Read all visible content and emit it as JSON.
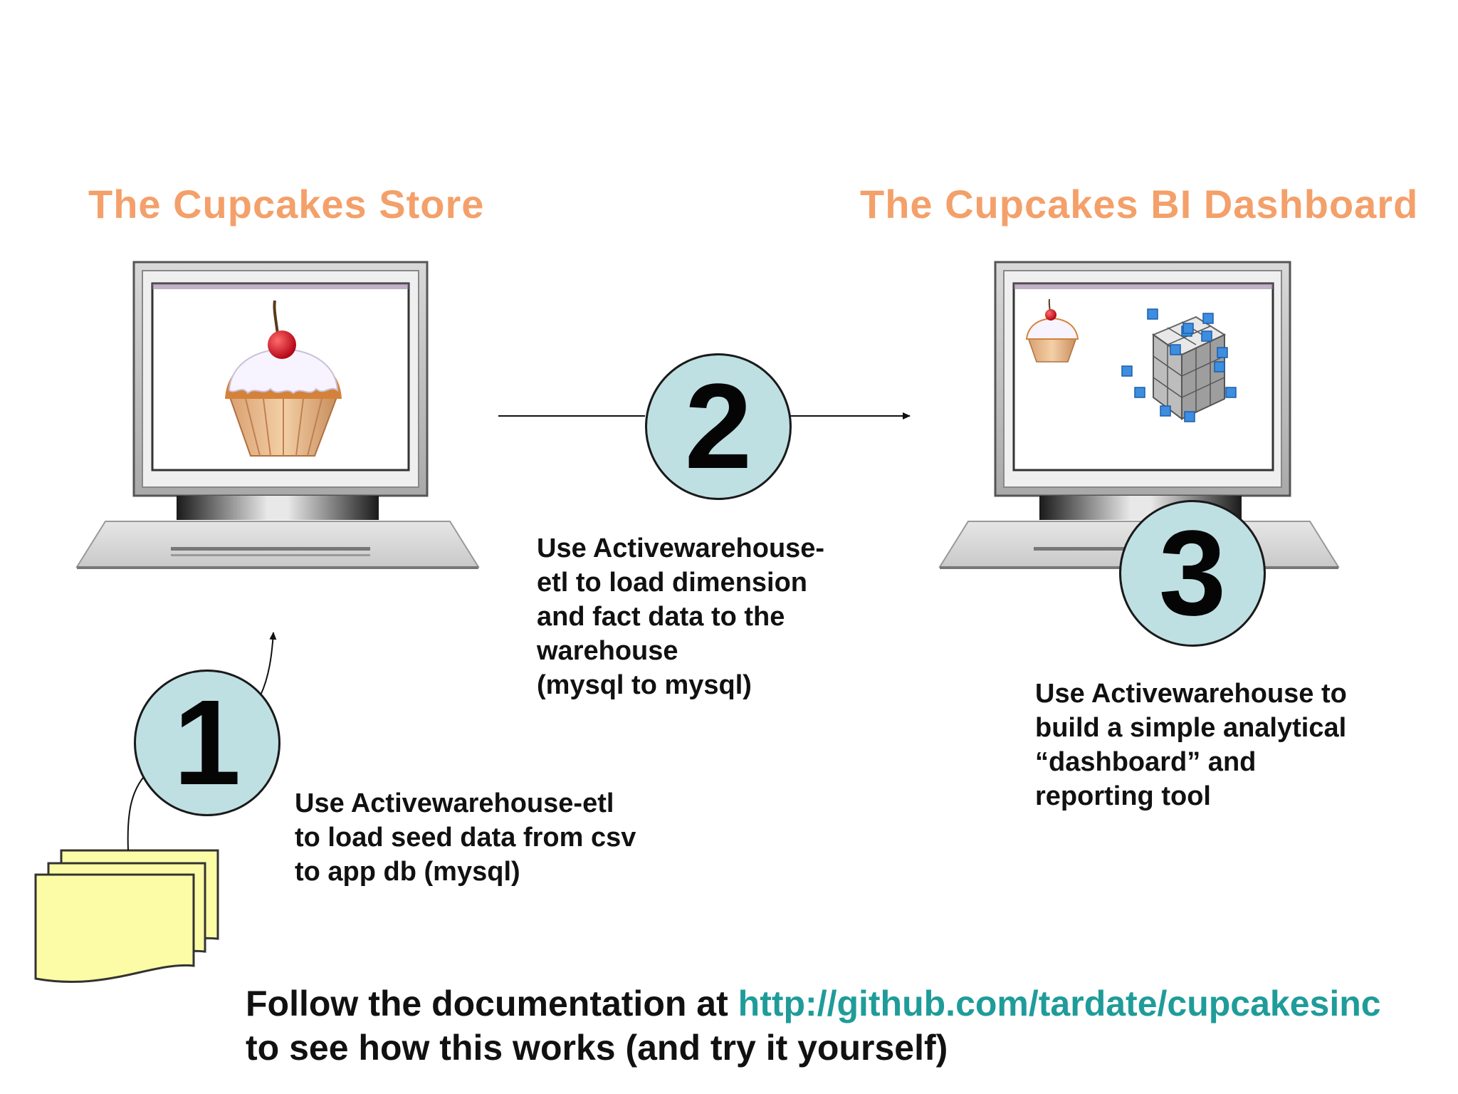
{
  "headings": {
    "store": "The Cupcakes Store",
    "dashboard": "The Cupcakes BI Dashboard"
  },
  "steps": [
    {
      "number": "1",
      "lines": [
        "Use Activewarehouse-etl",
        "to load seed data from csv",
        "to app db (mysql)"
      ]
    },
    {
      "number": "2",
      "lines": [
        "Use Activewarehouse-",
        "etl to load dimension",
        "and fact data to the",
        "warehouse",
        "(mysql to mysql)"
      ]
    },
    {
      "number": "3",
      "lines": [
        "Use Activewarehouse to",
        "build a simple analytical",
        "“dashboard” and",
        "reporting tool"
      ]
    }
  ],
  "footer": {
    "prefix": "Follow the documentation at ",
    "link": "http://github.com/tardate/cupcakesinc",
    "line2": "to see how this works (and try it yourself)"
  },
  "icons": [
    "computer-icon",
    "cupcake-icon",
    "cube-icon",
    "documents-icon",
    "arrow-icon"
  ],
  "colors": {
    "heading": "#f4a06a",
    "circle_fill": "#bfe0e2",
    "link": "#1f9c9a",
    "documents": "#fdfca6"
  }
}
